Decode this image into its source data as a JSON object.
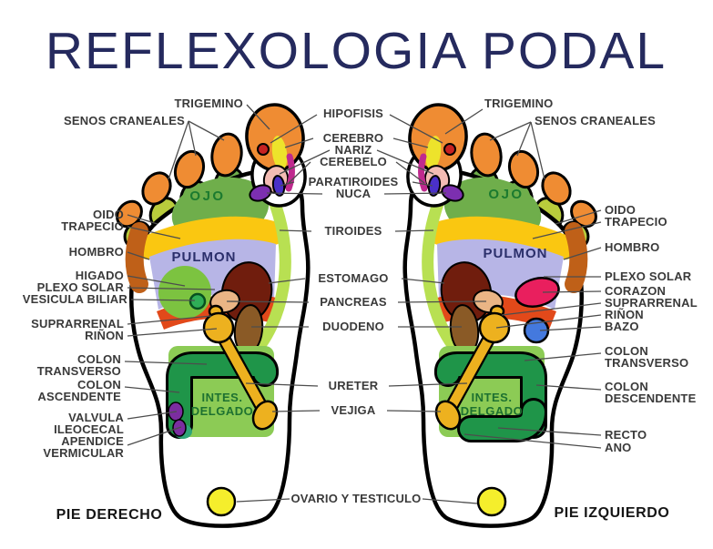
{
  "title": "REFLEXOLOGIA PODAL",
  "colors": {
    "title": "#252a5e",
    "label_text": "#3a3a3a",
    "leader_line": "#4d4d4d",
    "outline": "#000000",
    "foot_fill": "#ffffff",
    "toe_orange": "#ef8c33",
    "ojo_green": "#6fae4b",
    "ojo_text": "#1b7a2f",
    "band_yellow": "#fac711",
    "toe_yellowgreen": "#b9cc3c",
    "hombro_brown": "#bf6018",
    "pulmon_lavender": "#b7b5e6",
    "pulmon_text": "#2b2f6b",
    "band_red": "#e2491a",
    "higado_green": "#7cc340",
    "vesicula_green": "#2fae57",
    "tiroides_green": "#b8e052",
    "estomago_maroon": "#701d0d",
    "pancreas_tan": "#eab585",
    "duodeno_brown": "#8a5a26",
    "gold": "#edb11f",
    "intestino_green": "#8ccb55",
    "intestino_text": "#1d7130",
    "colon_green": "#1f9549",
    "teal": "#2fa578",
    "valvula_purple": "#7b2da0",
    "ovario_yellow": "#f5ee2c",
    "corazon_pink": "#e91f5e",
    "bazo_blue": "#4479de",
    "hipofisis_red": "#c62222",
    "cerebro_yellow": "#ede32b",
    "nariz_pink": "#f3bcb4",
    "trigemino_magenta": "#bf2a8e",
    "nuca_purple": "#7c2fb0",
    "paratiroides_indigo": "#4a30c9"
  },
  "foot_text": {
    "ojo": "OJO",
    "pulmon": "PULMON",
    "intestino_line1": "INTES.",
    "intestino_line2": "DELGADO"
  },
  "footer": {
    "left": "PIE DERECHO",
    "right": "PIE IZQUIERDO"
  },
  "labels_left": [
    "TRIGEMINO",
    "SENOS CRANEALES",
    "OIDO",
    "TRAPECIO",
    "HOMBRO",
    "HIGADO",
    "PLEXO SOLAR",
    "VESICULA BILIAR",
    "SUPRARRENAL",
    "RIÑON",
    "COLON",
    "TRANSVERSO",
    "COLON",
    "ASCENDENTE",
    "VALVULA",
    "ILEOCECAL",
    "APENDICE",
    "VERMICULAR"
  ],
  "labels_center": [
    "HIPOFISIS",
    "CEREBRO",
    "NARIZ",
    "CEREBELO",
    "PARATIROIDES",
    "NUCA",
    "TIROIDES",
    "ESTOMAGO",
    "PANCREAS",
    "DUODENO",
    "URETER",
    "VEJIGA",
    "OVARIO Y TESTICULO"
  ],
  "labels_right": [
    "TRIGEMINO",
    "SENOS CRANEALES",
    "OIDO",
    "TRAPECIO",
    "HOMBRO",
    "PLEXO SOLAR",
    "CORAZON",
    "SUPRARRENAL",
    "RIÑON",
    "BAZO",
    "COLON",
    "TRANSVERSO",
    "COLON",
    "DESCENDENTE",
    "RECTO",
    "ANO"
  ]
}
